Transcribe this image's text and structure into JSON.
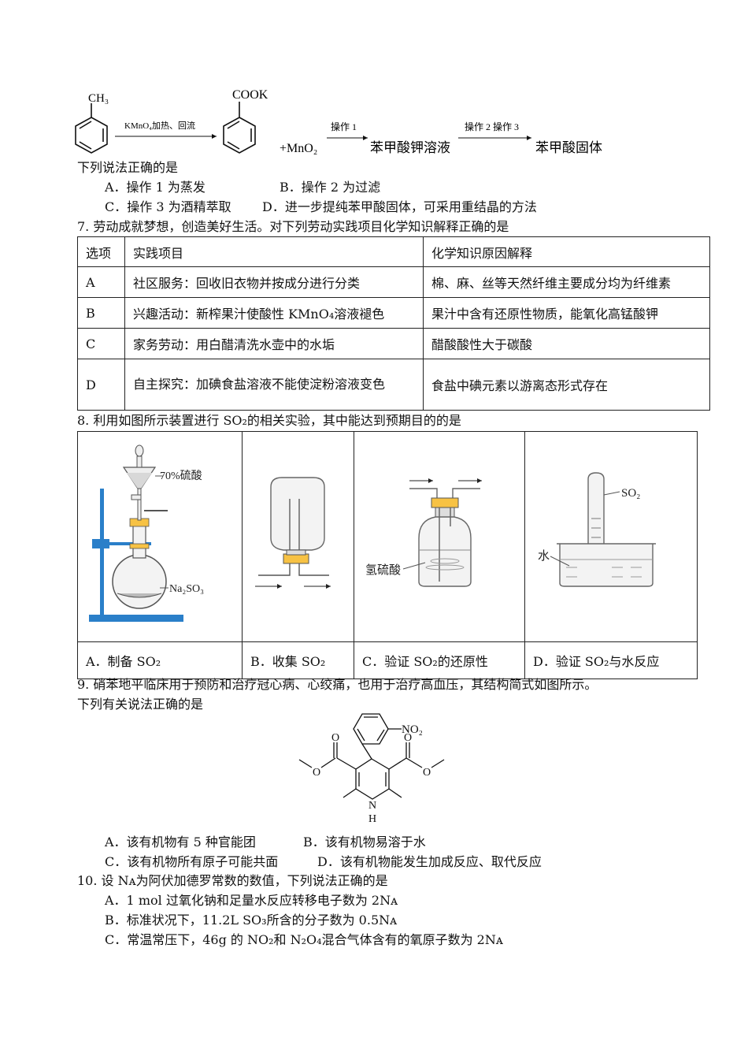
{
  "q6": {
    "reagent_label": "KMnO₄加热、回流",
    "mno2": "+MnO₂",
    "op1": "操作 1",
    "product1": "苯甲酸钾溶液",
    "op23": "操作 2 操作 3",
    "product2": "苯甲酸固体",
    "ch3": "CH₃",
    "cook": "COOK",
    "stem": "下列说法正确的是",
    "optA": "A．操作 1 为蒸发",
    "optB": "B．操作 2 为过滤",
    "optC": "C．操作 3 为酒精萃取",
    "optD": "D．进一步提纯苯甲酸固体，可采用重结晶的方法"
  },
  "q7": {
    "stem": "7. 劳动成就梦想，创造美好生活。对下列劳动实践项目化学知识解释正确的是",
    "headers": [
      "选项",
      "实践项目",
      "化学知识原因解释"
    ],
    "rows": [
      {
        "opt": "A",
        "item": "社区服务：回收旧衣物并按成分进行分类",
        "reason": "棉、麻、丝等天然纤维主要成分均为纤维素"
      },
      {
        "opt": "B",
        "item": "兴趣活动：新榨果汁使酸性 KMnO₄溶液褪色",
        "reason": "果汁中含有还原性物质，能氧化高锰酸钾"
      },
      {
        "opt": "C",
        "item": "家务劳动：用白醋清洗水壶中的水垢",
        "reason": "醋酸酸性大于碳酸"
      },
      {
        "opt": "D",
        "item": "自主探究：加碘食盐溶液不能使淀粉溶液变色",
        "reason": "食盐中碘元素以游离态形式存在"
      }
    ]
  },
  "q8": {
    "stem": "8. 利用如图所示装置进行 SO₂的相关实验，其中能达到预期目的的是",
    "label_acid": "70%硫酸",
    "label_na2so3": "Na₂SO₃",
    "label_h2s": "氢硫酸",
    "label_so2": "SO₂",
    "label_water": "水",
    "captions": [
      "A．制备 SO₂",
      "B．收集 SO₂",
      "C．验证 SO₂的还原性",
      "D．验证 SO₂与水反应"
    ]
  },
  "q9": {
    "stem1": "9. 硝苯地平临床用于预防和治疗冠心病、心绞痛，也用于治疗高血压，其结构简式如图所示。",
    "stem2": "下列有关说法正确的是",
    "no2": "NO₂",
    "o": "O",
    "n": "N",
    "h": "H",
    "optA": "A．该有机物有 5 种官能团",
    "optB": "B．该有机物易溶于水",
    "optC": "C．该有机物所有原子可能共面",
    "optD": "D．该有机物能发生加成反应、取代反应"
  },
  "q10": {
    "stem": "10. 设 Nᴀ为阿伏加德罗常数的数值，下列说法正确的是",
    "optA": "A．1 mol 过氧化钠和足量水反应转移电子数为 2Nᴀ",
    "optB": "B．标准状况下，11.2L SO₃所含的分子数为 0.5Nᴀ",
    "optC": "C．常温常压下，46g 的 NO₂和 N₂O₄混合气体含有的氧原子数为 2Nᴀ"
  }
}
